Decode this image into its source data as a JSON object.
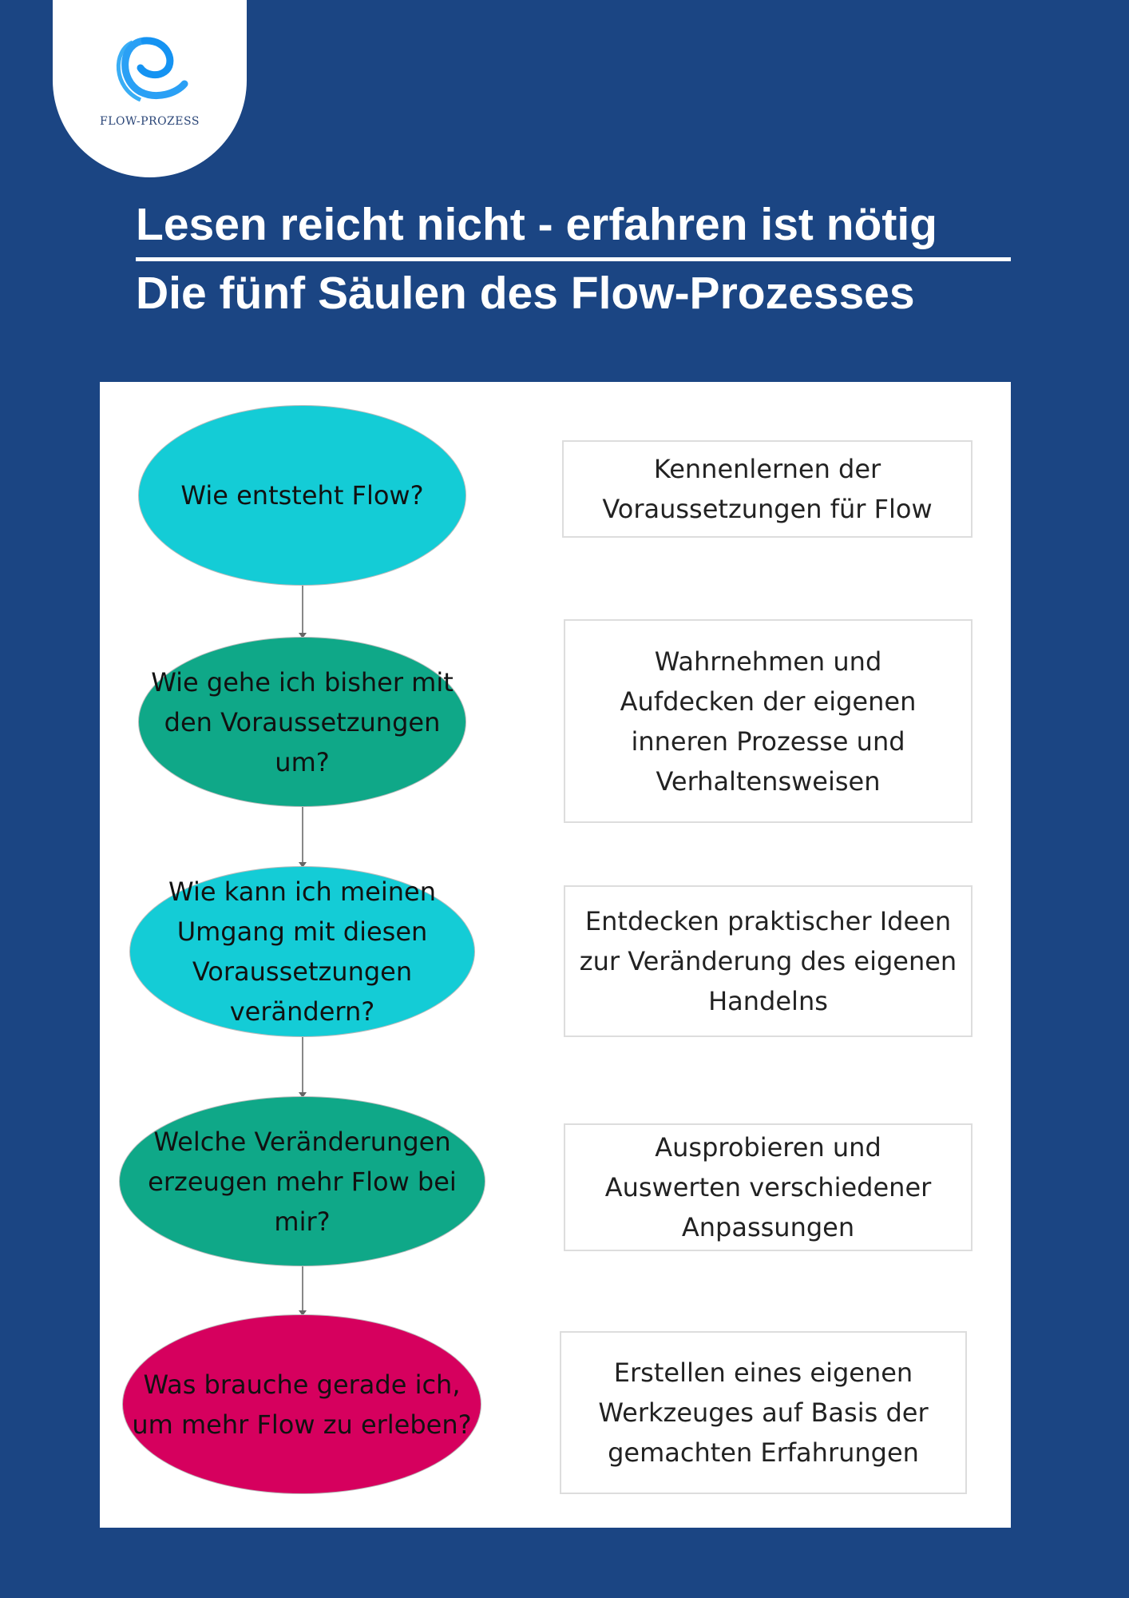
{
  "logo": {
    "text": "FLOW-PROZESS"
  },
  "header": {
    "title_line1": "Lesen reicht nicht - erfahren ist nötig",
    "title_line2": "Die fünf Säulen des Flow-Prozesses"
  },
  "colors": {
    "background": "#1b4583",
    "cyan": "#14ccd6",
    "green": "#0fa888",
    "magenta": "#d6005e"
  },
  "pillars": [
    {
      "question": "Wie entsteht Flow?",
      "description": "Kennenlernen der Voraussetzungen für Flow"
    },
    {
      "question": "Wie gehe ich bisher mit den Voraussetzungen um?",
      "description": "Wahrnehmen und Aufdecken der eigenen inneren Prozesse und Verhaltensweisen"
    },
    {
      "question": "Wie kann ich meinen Umgang mit diesen Voraussetzungen verändern?",
      "description": "Entdecken praktischer Ideen zur Veränderung des eigenen Handelns"
    },
    {
      "question": "Welche Veränderungen erzeugen mehr Flow bei mir?",
      "description": "Ausprobieren und Auswerten verschiedener Anpassungen"
    },
    {
      "question": "Was brauche gerade ich, um mehr Flow zu erleben?",
      "description": "Erstellen eines eigenen Werkzeuges auf Basis der gemachten Erfahrungen"
    }
  ]
}
